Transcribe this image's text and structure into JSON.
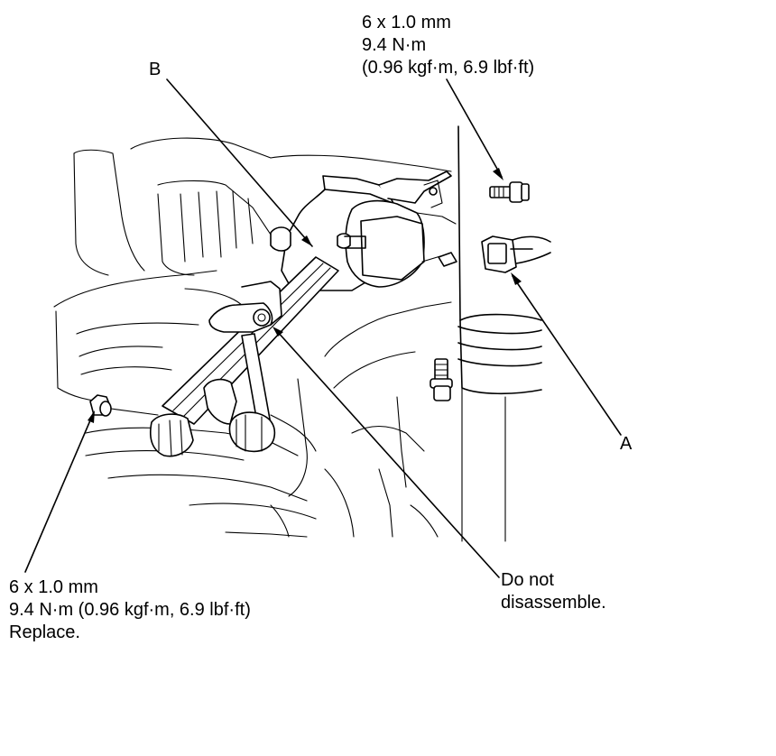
{
  "callouts": {
    "top_bolt": {
      "size": "6 x 1.0 mm",
      "torque_nm": "9.4 N·m",
      "torque_alt": "(0.96 kgf·m, 6.9 lbf·ft)"
    },
    "bottom_nut": {
      "size": "6 x 1.0 mm",
      "torque": "9.4 N·m (0.96 kgf·m, 6.9 lbf·ft)",
      "note": "Replace."
    },
    "label_a": "A",
    "label_b": "B",
    "do_not": {
      "line1": "Do not",
      "line2": "disassemble."
    }
  },
  "colors": {
    "line": "#000000",
    "background": "#ffffff"
  }
}
